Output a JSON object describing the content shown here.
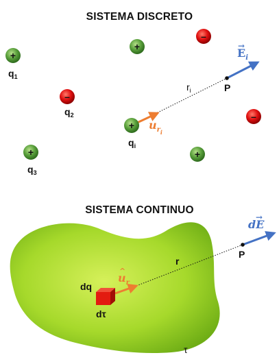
{
  "discrete": {
    "title": "SISTEMA DISCRETO",
    "positive_sign": "+",
    "negative_sign": "–",
    "labels": {
      "q1": "q",
      "q1_sub": "1",
      "q2": "q",
      "q2_sub": "2",
      "q3": "q",
      "q3_sub": "3",
      "qi": "q",
      "qi_sub": "i",
      "ri": "r",
      "ri_sub": "i",
      "point": "P",
      "field": "E",
      "field_sub": "i",
      "unit_vector": "u",
      "unit_vector_sub": "r",
      "unit_vector_subsub": "i"
    }
  },
  "continuous": {
    "title": "SISTEMA CONTINUO",
    "labels": {
      "dq": "dq",
      "dtau": "dτ",
      "r": "r",
      "point": "P",
      "field": "dE",
      "unit_vector": "u",
      "unit_vector_sub": "r",
      "tau": "τ"
    }
  },
  "colors": {
    "positive_charge": "#5aa03c",
    "negative_charge": "#e01010",
    "field_arrow": "#4472c4",
    "unit_vector_arrow": "#ed7d31",
    "body_fill": "#a6d92b",
    "element_cube": "#e31b10"
  }
}
